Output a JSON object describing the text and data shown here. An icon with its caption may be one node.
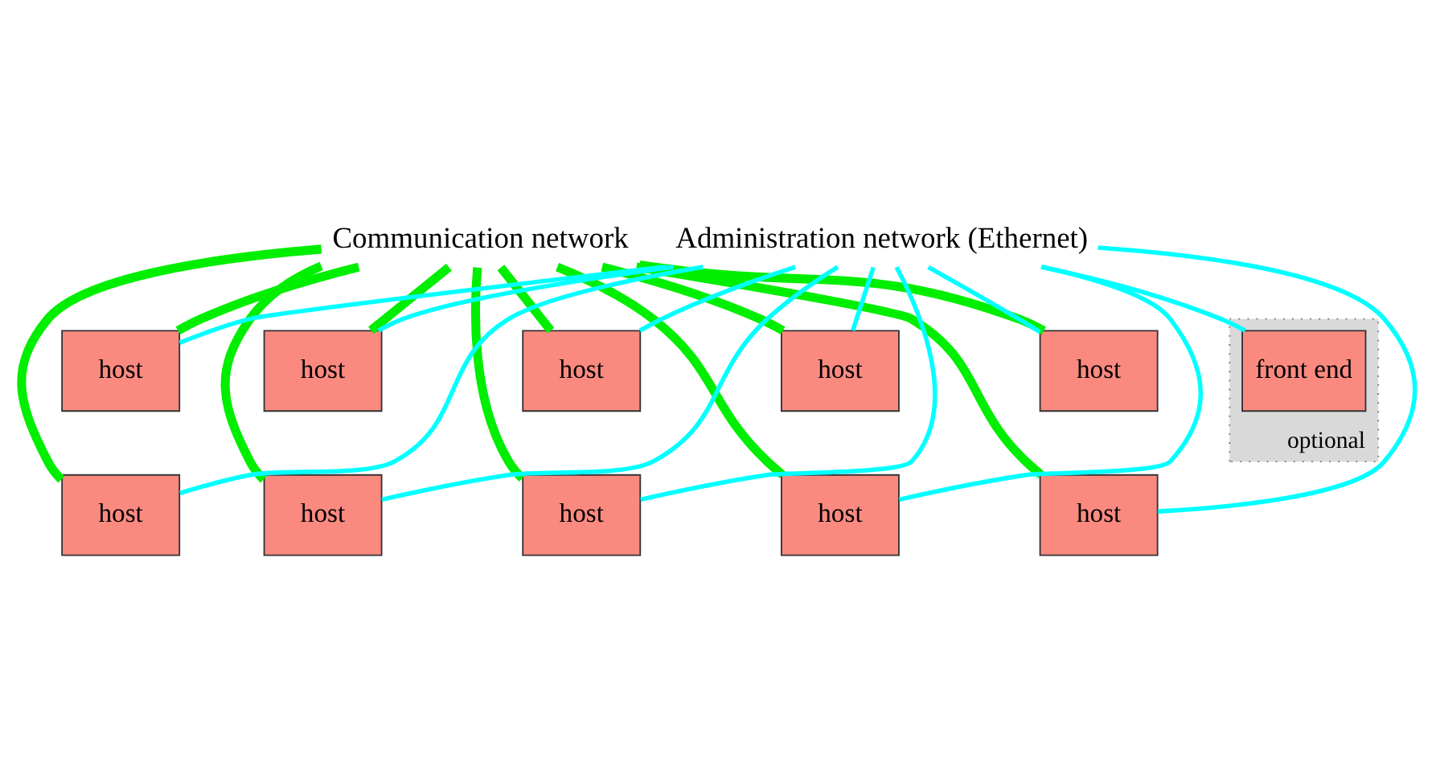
{
  "diagram": {
    "nodes": [
      {
        "text": [
          "Communication network"
        ]
      },
      {
        "text": [
          "Administration network (Ethernet)"
        ]
      },
      {
        "text": [
          "optional"
        ]
      },
      {
        "text": [
          "host"
        ]
      },
      {
        "text": [
          "host"
        ]
      },
      {
        "text": [
          "host"
        ]
      },
      {
        "text": [
          "host"
        ]
      },
      {
        "text": [
          "host"
        ]
      },
      {
        "text": [
          "front end"
        ],
        "in": 2
      },
      {
        "text": [
          "host"
        ]
      },
      {
        "text": [
          "host"
        ]
      },
      {
        "text": [
          "host"
        ]
      },
      {
        "text": [
          "host"
        ]
      },
      {
        "text": [
          "host"
        ]
      }
    ],
    "edges": [
      {
        "from": 0,
        "to": 3,
        "arrow": "none",
        "style": "thick",
        "color": "#00ee00"
      },
      {
        "from": 0,
        "to": 4,
        "arrow": "none",
        "style": "thick",
        "color": "#00ee00"
      },
      {
        "from": 0,
        "to": 5,
        "arrow": "none",
        "style": "thick",
        "color": "#00ee00"
      },
      {
        "from": 0,
        "to": 6,
        "arrow": "none",
        "style": "thick",
        "color": "#00ee00"
      },
      {
        "from": 0,
        "to": 7,
        "arrow": "none",
        "style": "thick",
        "color": "#00ee00"
      },
      {
        "from": 0,
        "to": 9,
        "arrow": "none",
        "style": "thick",
        "color": "#00ee00"
      },
      {
        "from": 0,
        "to": 10,
        "arrow": "none",
        "style": "thick",
        "color": "#00ee00"
      },
      {
        "from": 0,
        "to": 11,
        "arrow": "none",
        "style": "thick",
        "color": "#00ee00"
      },
      {
        "from": 0,
        "to": 12,
        "arrow": "none",
        "style": "thick",
        "color": "#00ee00"
      },
      {
        "from": 0,
        "to": 13,
        "arrow": "none",
        "style": "thick",
        "color": "#00ee00"
      },
      {
        "from": 1,
        "to": 3,
        "arrow": "none"
      },
      {
        "from": 1,
        "to": 4,
        "arrow": "none"
      },
      {
        "from": 1,
        "to": 5,
        "arrow": "none"
      },
      {
        "from": 1,
        "to": 6,
        "arrow": "none"
      },
      {
        "from": 1,
        "to": 7,
        "arrow": "none"
      },
      {
        "from": 1,
        "to": 9,
        "arrow": "none"
      },
      {
        "from": 1,
        "to": 10,
        "arrow": "none"
      },
      {
        "from": 1,
        "to": 11,
        "arrow": "none"
      },
      {
        "from": 1,
        "to": 12,
        "arrow": "none"
      },
      {
        "from": 1,
        "to": 13,
        "arrow": "none"
      },
      {
        "from": 1,
        "to": 8,
        "arrow": "none"
      }
    ]
  }
}
